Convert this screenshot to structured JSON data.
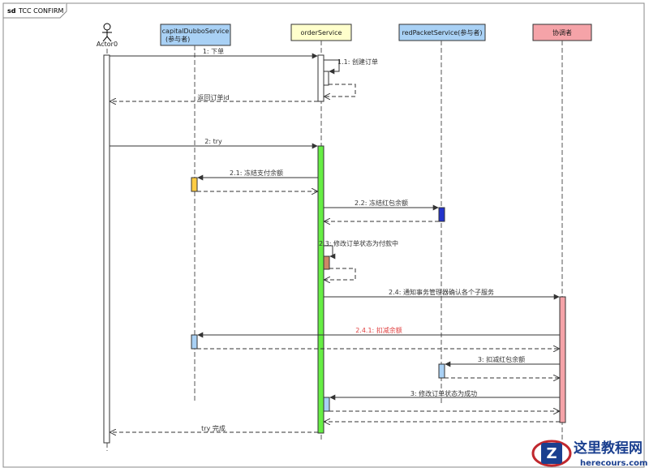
{
  "frame": {
    "keyword": "sd",
    "name": "TCC CONFIRM"
  },
  "actor": {
    "name": "Actor0"
  },
  "lifelines": [
    {
      "name_line1": "capitalDubboService",
      "name_line2": "(参与者)",
      "fill": "#a9d1f5"
    },
    {
      "name_line1": "orderService",
      "name_line2": "",
      "fill": "#ffffcc"
    },
    {
      "name_line1": "redPacketService(参与者)",
      "name_line2": "",
      "fill": "#a9d1f5"
    },
    {
      "name_line1": "协调者",
      "name_line2": "",
      "fill": "#f5a3a8"
    }
  ],
  "messages": [
    {
      "label": "1: 下单",
      "color": "#333333"
    },
    {
      "label": "1.1: 创建订单",
      "color": "#333333"
    },
    {
      "label": "返回订单id",
      "color": "#333333"
    },
    {
      "label": "2: try",
      "color": "#333333"
    },
    {
      "label": "2.1: 冻结支付余额",
      "color": "#333333"
    },
    {
      "label": "2.2: 冻结红包余额",
      "color": "#333333"
    },
    {
      "label": "2.3: 修改订单状态为付款中",
      "color": "#333333"
    },
    {
      "label": "2.4: 通知事务管理器确认各个子服务",
      "color": "#333333"
    },
    {
      "label": "2.4.1: 扣减余额",
      "color": "#e04040"
    },
    {
      "label": "3: 扣减红包余额",
      "color": "#333333"
    },
    {
      "label": "3: 修改订单状态为成功",
      "color": "#333333"
    },
    {
      "label": "try 完成",
      "color": "#333333"
    }
  ],
  "colors": {
    "activation_green": "#66ee44",
    "activation_orange": "#ffcc44",
    "activation_blue": "#2233cc",
    "activation_brown": "#cc8866",
    "activation_light_blue": "#a9d1f5",
    "activation_pink": "#f5a3a8"
  },
  "watermark": {
    "cn": "这里教程网",
    "en": "herecours.com",
    "logo_letter": "Z"
  }
}
